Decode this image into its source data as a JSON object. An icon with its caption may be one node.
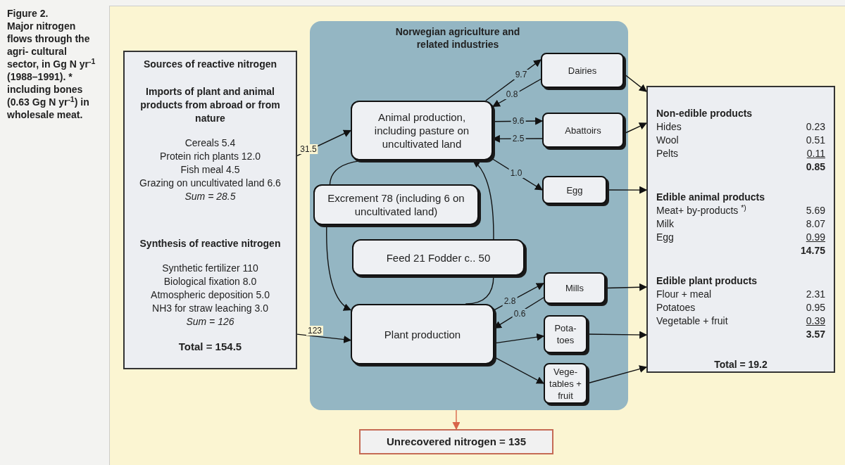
{
  "diagram": {
    "title": "Figure 2.",
    "caption": "Major nitrogen flows through the agri- cultural sector, in Gg N yr$^{-1}$ (1988–1991). * including bones (0.63 Gg N yr$^{-1}$) in wholesale meat.",
    "nodes": [
      {
        "text": [
          "Sources of reactive nitrogen",
          "Imports of plant and animal products from abroad or from nature",
          "Cereals 5.4",
          "Protein rich plants 12.0",
          "Fish meal 4.5",
          "Grazing on uncultivated land 6.6",
          "Sum = 28.5",
          "Synthesis of reactive nitrogen",
          "Synthetic fertilizer 110",
          "Biological fixation 8.0",
          "Atmospheric deposition 5.0",
          "NH3 for straw leaching 3.0",
          "Sum = 126",
          "Total = 154.5"
        ]
      },
      {
        "text": [
          "Norwegian agriculture and related industries"
        ]
      },
      {
        "text": [
          "Animal production, including pasture on uncultivated land"
        ],
        "in": 1
      },
      {
        "text": [
          "Excrement 78 (including 6 on uncultivated land)"
        ],
        "in": 1
      },
      {
        "text": [
          "Feed 21 Fodder c.. 50"
        ],
        "in": 1
      },
      {
        "text": [
          "Plant production"
        ],
        "in": 1
      },
      {
        "text": [
          "Dairies"
        ],
        "in": 1
      },
      {
        "text": [
          "Abattoirs"
        ],
        "in": 1
      },
      {
        "text": [
          "Egg"
        ],
        "in": 1
      },
      {
        "text": [
          "Mills"
        ],
        "in": 1
      },
      {
        "text": [
          "Pota- toes"
        ],
        "in": 1
      },
      {
        "text": [
          "Vege- tables + fruit"
        ],
        "in": 1
      },
      {
        "text": [
          "Non-edible products",
          "Hides",
          "0.23",
          "Wool",
          "0.51",
          "Pelts",
          "0.11",
          "0.85",
          "Edible animal products",
          "Meat+ by-products $^{*)}$",
          "5.69",
          "Milk",
          "8.07",
          "Egg",
          "0.99",
          "14.75",
          "Edible plant products",
          "Flour + meal",
          "2.31",
          "Potatoes",
          "0.95",
          "Vegetable + fruit",
          "0.39",
          "3.57",
          "Total = 19.2"
        ]
      },
      {
        "text": [
          "Unrecovered nitrogen = 135"
        ]
      }
    ],
    "edges": [
      {
        "from": 0,
        "to": 2,
        "arrow": "to",
        "label": "31.5"
      },
      {
        "from": 0,
        "to": 5,
        "arrow": "to",
        "label": "123"
      },
      {
        "from": 2,
        "to": 6,
        "arrow": "to",
        "label": "9.7"
      },
      {
        "from": 6,
        "to": 2,
        "arrow": "to",
        "label": "0.8"
      },
      {
        "from": 2,
        "to": 7,
        "arrow": "to",
        "label": "9.6"
      },
      {
        "from": 7,
        "to": 2,
        "arrow": "to",
        "label": "2.5"
      },
      {
        "from": 2,
        "to": 8,
        "arrow": "to",
        "label": "1.0"
      },
      {
        "from": 5,
        "to": 9,
        "arrow": "to",
        "label": "2.8"
      },
      {
        "from": 9,
        "to": 5,
        "arrow": "to",
        "label": "0.6"
      },
      {
        "from": 5,
        "to": 10,
        "arrow": "to"
      },
      {
        "from": 5,
        "to": 11,
        "arrow": "to"
      },
      {
        "from": 6,
        "to": 12,
        "arrow": "to"
      },
      {
        "from": 7,
        "to": 12,
        "arrow": "to"
      },
      {
        "from": 8,
        "to": 12,
        "arrow": "to"
      },
      {
        "from": 9,
        "to": 12,
        "arrow": "to"
      },
      {
        "from": 10,
        "to": 12,
        "arrow": "to"
      },
      {
        "from": 11,
        "to": 12,
        "arrow": "to"
      },
      {
        "from": 1,
        "to": 13,
        "arrow": "to",
        "color": "#d9654a"
      },
      {
        "from": 2,
        "to": 3,
        "arrow": "none"
      },
      {
        "from": 3,
        "to": 5,
        "arrow": "to"
      },
      {
        "from": 5,
        "to": 4,
        "arrow": "none"
      },
      {
        "from": 4,
        "to": 2,
        "arrow": "to"
      }
    ]
  }
}
